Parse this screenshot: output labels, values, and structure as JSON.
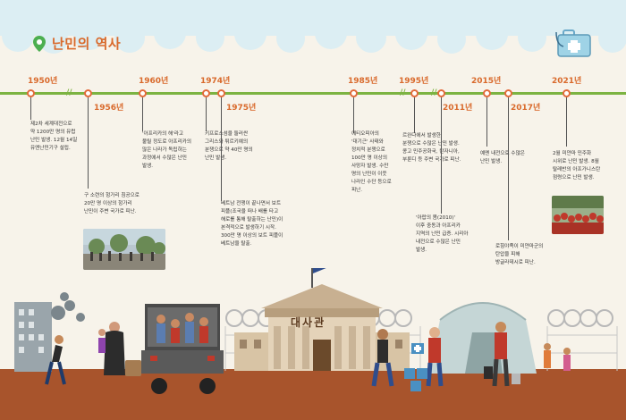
{
  "title": "난민의 역사",
  "colors": {
    "accent": "#d96a2c",
    "timeline": "#7cb342",
    "ground": "#a8542c",
    "sky": "#dceef3"
  },
  "events": [
    {
      "year": "1950년",
      "text": [
        "제2차 세계대전으로",
        "약 1200만 명의 유럽",
        "난민 발생. 12월 14일",
        "유엔난민기구 설립."
      ]
    },
    {
      "year": "1956년",
      "text": [
        "구 소련의 헝가리 침공으로",
        "20만 명 이상의 헝가리",
        "난민이 주변 국가로 피난."
      ]
    },
    {
      "year": "1960년",
      "text": [
        "'아프리카의 해'라고",
        "불릴 정도로 아프리카의",
        "많은 나라가 독립하는",
        "과정에서 수많은 난민",
        "발생."
      ]
    },
    {
      "year": "1974년",
      "text": [
        "키프로스섬을 둘러싼",
        "그리스와 튀르키예의",
        "분쟁으로 약 40만 명의",
        "난민 발생."
      ]
    },
    {
      "year": "1975년",
      "text": [
        "베트남 전쟁이 끝나면서 보트",
        "피플(조국을 떠나 배를 타고",
        "해로를 통해 탈출하는 난민)이",
        "본격적으로 발생하기 시작.",
        "300만 명 이상의 보트 피플이",
        "베트남을 탈출."
      ]
    },
    {
      "year": "1985년",
      "text": [
        "에티오피아의",
        "'대기근' 사태와",
        "정치적 분쟁으로",
        "100만 명 이상의",
        "사망자 발생. 수만",
        "명의 난민이 이웃",
        "나라인 수단 등으로",
        "피난."
      ]
    },
    {
      "year": "1995년",
      "text": [
        "르완다에서 발생한",
        "분쟁으로 수많은 난민 발생.",
        "콩고 민주공화국, 탄자니아,",
        "부룬디 등 주변 국가로 피난."
      ]
    },
    {
      "year": "2011년",
      "text": [
        "'아랍의 봄(2010)'",
        "이후 중동과 아프리카",
        "지역의 난민 급증. 시리아",
        "내전으로 수많은 난민",
        "발생."
      ]
    },
    {
      "year": "2015년",
      "text": [
        "예멘 내전으로 수많은",
        "난민 발생."
      ]
    },
    {
      "year": "2017년",
      "text": [
        "로힝야족이 미얀마군의",
        "탄압을 피해",
        "방글라데시로 피난."
      ]
    },
    {
      "year": "2021년",
      "text": [
        "2월 미얀마 민주화",
        "시위로 난민 발생. 8월",
        "탈레반의 아프가니스탄",
        "점령으로 난민 발생."
      ]
    }
  ],
  "embassy_label": "대사관",
  "icons": [
    "location-pin-icon",
    "medical-kit-icon",
    "stethoscope-icon"
  ]
}
